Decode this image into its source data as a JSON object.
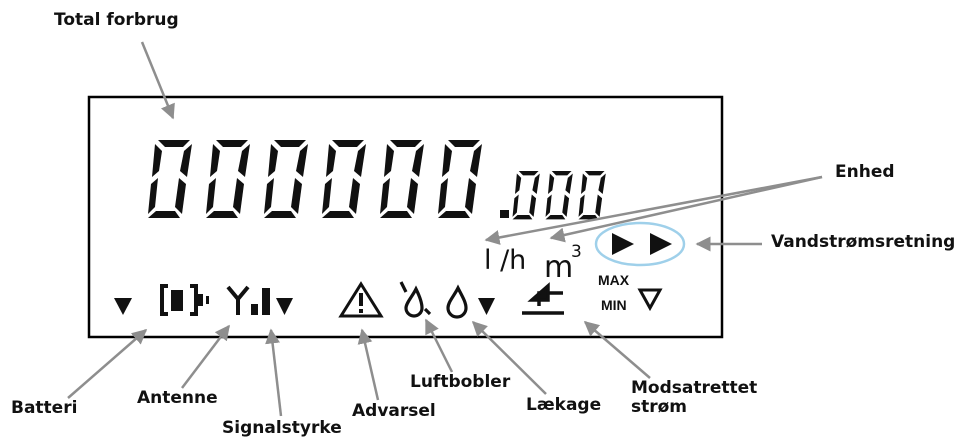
{
  "labels": {
    "total_forbrug": "Total forbrug",
    "enhed": "Enhed",
    "vandstromsretning": "Vandstrømsretning",
    "batteri": "Batteri",
    "antenne": "Antenne",
    "signalstyrke": "Signalstyrke",
    "advarsel": "Advarsel",
    "luftbobler": "Luftbobler",
    "laekage": "Lækage",
    "modsatrettet_line1": "Modsatrettet",
    "modsatrettet_line2": "strøm"
  },
  "display": {
    "reading_integer": "000000",
    "reading_decimal": "000",
    "unit_lh": "l /h",
    "unit_m": "m",
    "unit_m3_superscript": "3",
    "max": "MAX",
    "min": "MIN"
  },
  "colors": {
    "arrow": "#8e8e8e",
    "lcd_border": "#000000",
    "highlight_ring": "#9fd0ea",
    "text": "#111111"
  },
  "icons": [
    "battery-icon",
    "antenna-icon",
    "signal-strength-icon",
    "warning-icon",
    "air-bubbles-icon",
    "leak-icon",
    "reverse-flow-icon",
    "flow-direction-icon"
  ]
}
